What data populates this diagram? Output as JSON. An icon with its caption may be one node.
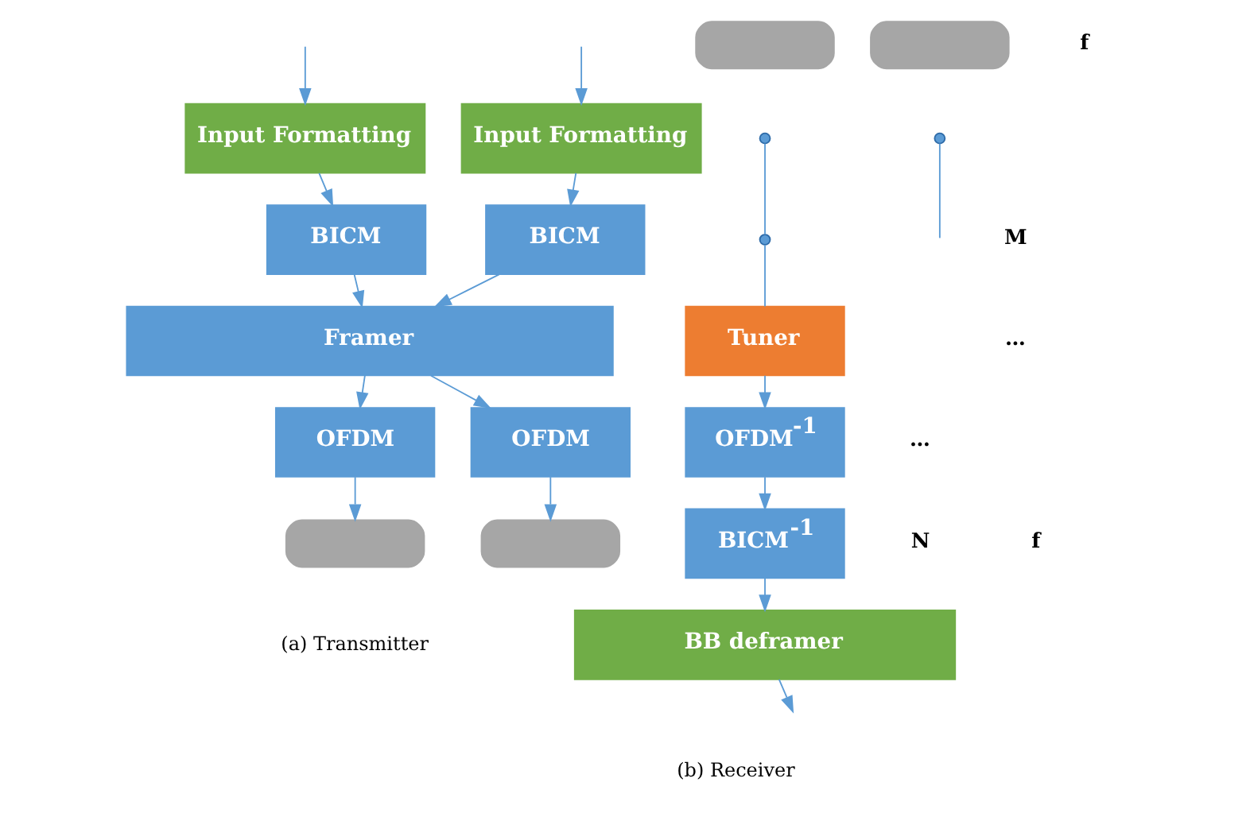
{
  "diagram": {
    "nodes": [
      {
        "text": [
          "Input Formatting"
        ]
      },
      {
        "text": [
          "Input Formatting"
        ]
      },
      {
        "text": [
          "BICM"
        ]
      },
      {
        "text": [
          "BICM"
        ]
      },
      {
        "text": [
          "Framer"
        ]
      },
      {
        "text": [
          "OFDM"
        ]
      },
      {
        "text": [
          "OFDM"
        ]
      },
      {
        "text": [],
        "shape": "bar"
      },
      {
        "text": [],
        "shape": "bar"
      },
      {
        "text": [],
        "shape": "bar"
      },
      {
        "text": [],
        "shape": "bar"
      },
      {
        "text": [],
        "shape": "circle"
      },
      {
        "text": [],
        "shape": "circle"
      },
      {
        "text": [],
        "shape": "circle"
      },
      {
        "text": [
          "Tuner"
        ]
      },
      {
        "text": [
          "OFDM$^{-1}$"
        ]
      },
      {
        "text": [
          "BICM$^{-1}$"
        ]
      },
      {
        "text": [
          "BB deframer"
        ]
      }
    ],
    "edges": [
      {
        "from": null,
        "to": 0,
        "arrow": "to"
      },
      {
        "from": null,
        "to": 1,
        "arrow": "to"
      },
      {
        "from": 0,
        "to": 2,
        "arrow": "to"
      },
      {
        "from": 1,
        "to": 3,
        "arrow": "to"
      },
      {
        "from": 2,
        "to": 4,
        "arrow": "to"
      },
      {
        "from": 3,
        "to": 4,
        "arrow": "to"
      },
      {
        "from": 4,
        "to": 5,
        "arrow": "to"
      },
      {
        "from": 4,
        "to": 6,
        "arrow": "to"
      },
      {
        "from": 5,
        "to": 7,
        "arrow": "to"
      },
      {
        "from": 6,
        "to": 8,
        "arrow": "to"
      },
      {
        "from": 11,
        "to": 13,
        "arrow": "none"
      },
      {
        "from": 12,
        "to": null,
        "arrow": "none"
      },
      {
        "from": 13,
        "to": 14,
        "arrow": "none"
      },
      {
        "from": 14,
        "to": 15,
        "arrow": "to"
      },
      {
        "from": 15,
        "to": 16,
        "arrow": "to"
      },
      {
        "from": 16,
        "to": 17,
        "arrow": "to"
      },
      {
        "from": 17,
        "to": null,
        "arrow": "to"
      }
    ],
    "labels": [
      "M",
      "…",
      "…",
      "N",
      "f",
      "f",
      "(a) Transmitter",
      "(b) Receiver"
    ]
  }
}
